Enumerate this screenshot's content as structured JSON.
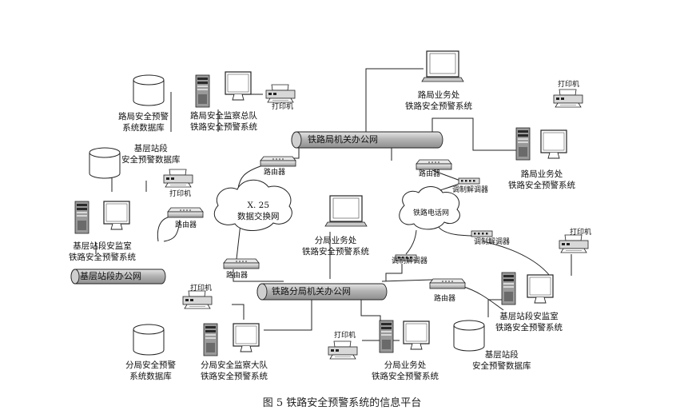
{
  "labels": {
    "db_lj": "路局安全预警",
    "db_lj2": "系统数据库",
    "monitor_lj": "路局安全监察总队",
    "monitor_lj2": "铁路安全预警系统",
    "printer_top": "打印机",
    "biz_top": "路局业务处",
    "biz_top2": "铁路安全预警系统",
    "printer_tr": "打印机",
    "biz_right": "路局业务处",
    "biz_right2": "铁路安全预警系统",
    "pipe_top": "铁路局机关办公网",
    "router_1": "路由器",
    "router_2": "路由器",
    "modem_1": "调制解调器",
    "db_base_title": "基层站段",
    "db_base_title2": "安全预警数据库",
    "printer_left": "打印机",
    "router_left": "路由器",
    "base_station": "基层站段安监室",
    "base_station2": "铁路安全预警系统",
    "x25": "X. 25",
    "x25b": "数据交换网",
    "pipe_base": "基层站段办公网",
    "branch_biz": "分局业务处",
    "branch_biz2": "铁路安全预警系统",
    "rail_phone": "铁路电话网",
    "modem_2": "调制解调器",
    "modem_3": "调制解调器",
    "printer_r2": "打印机",
    "router_center": "路由器",
    "pipe_mid": "铁路分局机关办公网",
    "router_right": "路由器",
    "base_station_r": "基层站段安监室",
    "base_station_r2": "铁路安全预警系统",
    "printer_bl": "打印机",
    "db_fj": "分局安全预警",
    "db_fj2": "系统数据库",
    "monitor_fj": "分局安全监察大队",
    "monitor_fj2": "铁路安全预警系统",
    "printer_bm": "打印机",
    "biz_bottom": "分局业务处",
    "biz_bottom2": "铁路安全预警系统",
    "db_base_r": "基层站段",
    "db_base_r2": "安全预警数据库"
  },
  "caption": "图 5  铁路安全预警系统的信息平台"
}
